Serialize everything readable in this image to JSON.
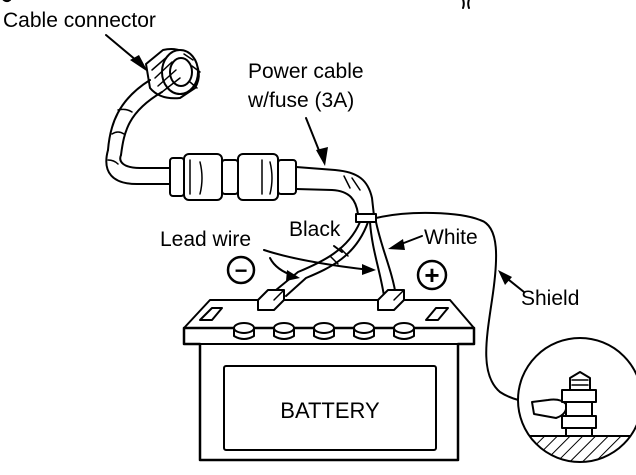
{
  "diagram": {
    "labels": {
      "cable_connector": "Cable connector",
      "power_cable_line1": "Power cable",
      "power_cable_line2": "w/fuse (3A)",
      "lead_wire": "Lead wire",
      "black": "Black",
      "white": "White",
      "shield": "Shield",
      "battery": "BATTERY"
    },
    "symbols": {
      "negative": "−",
      "positive": "+"
    }
  }
}
